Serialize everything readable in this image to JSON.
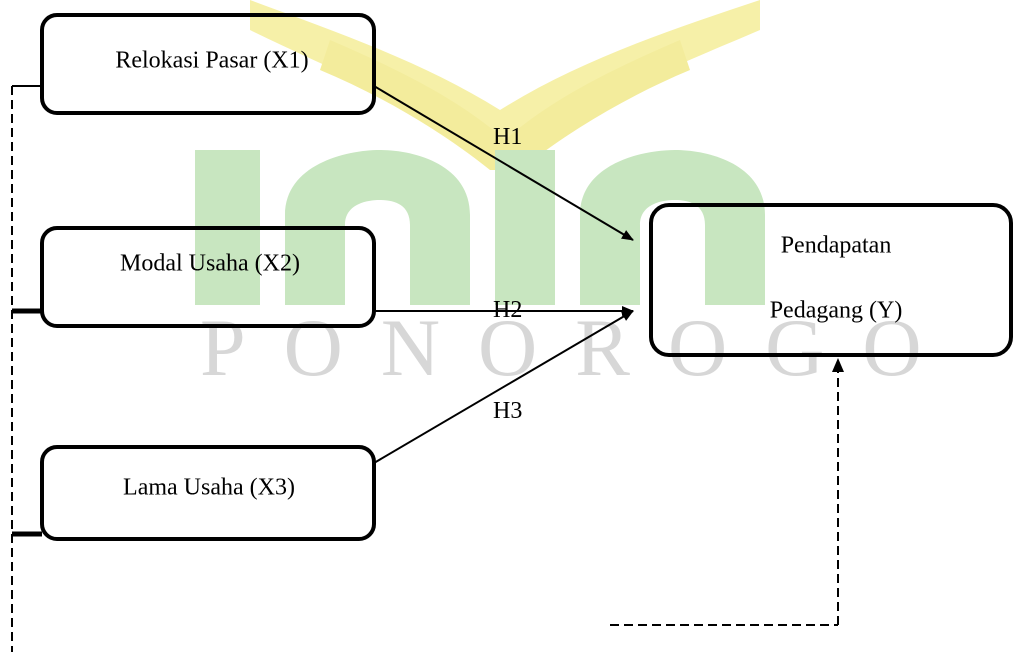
{
  "colors": {
    "watermark_green": "#c8e6c0",
    "watermark_yellow": "#f6f0a8",
    "watermark_text": "#d7d7d7",
    "stroke": "#000000"
  },
  "watermark": {
    "text": "PONOROGO"
  },
  "nodes": {
    "x1": {
      "label": "Relokasi Pasar (X1)"
    },
    "x2": {
      "label": "Modal Usaha (X2)"
    },
    "x3": {
      "label": "Lama Usaha (X3)"
    },
    "y": {
      "label_line1": "Pendapatan",
      "label_line2": "Pedagang (Y)"
    }
  },
  "edges": {
    "h1": {
      "label": "H1"
    },
    "h2": {
      "label": "H2"
    },
    "h3": {
      "label": "H3"
    }
  }
}
